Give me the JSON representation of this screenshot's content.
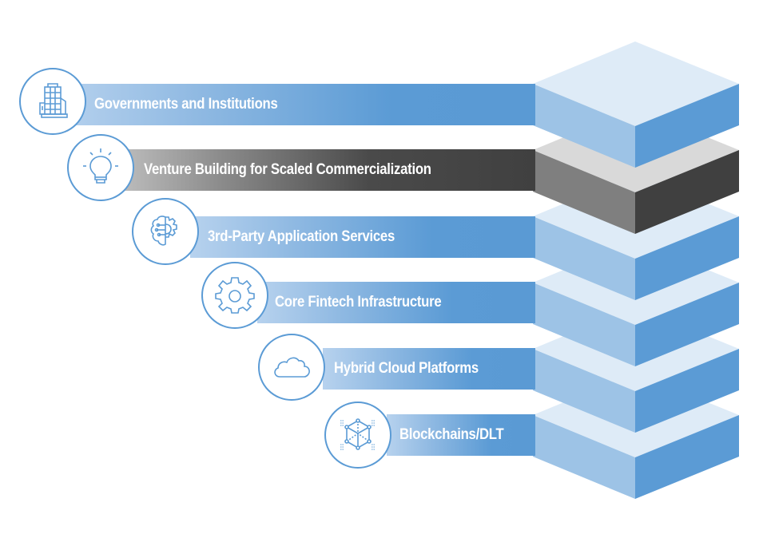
{
  "diagram": {
    "title": "Layered technology stack",
    "colors": {
      "accent_blue": "#5b9bd5",
      "light_blue": "#9dc3e6",
      "top_face_blue": "#deebf7",
      "highlight_dark": "#404040",
      "highlight_mid": "#7f7f7f",
      "highlight_top": "#d9d9d9"
    },
    "layers": [
      {
        "label": "Governments and Institutions",
        "icon": "building-icon",
        "highlighted": false
      },
      {
        "label": "Venture Building for Scaled Commercialization",
        "icon": "lightbulb-icon",
        "highlighted": true
      },
      {
        "label": "3rd-Party Application Services",
        "icon": "brain-gear-icon",
        "highlighted": false
      },
      {
        "label": "Core Fintech Infrastructure",
        "icon": "gear-icon",
        "highlighted": false
      },
      {
        "label": "Hybrid Cloud Platforms",
        "icon": "cloud-icon",
        "highlighted": false
      },
      {
        "label": "Blockchains/DLT",
        "icon": "blockchain-cube-icon",
        "highlighted": false
      }
    ]
  }
}
